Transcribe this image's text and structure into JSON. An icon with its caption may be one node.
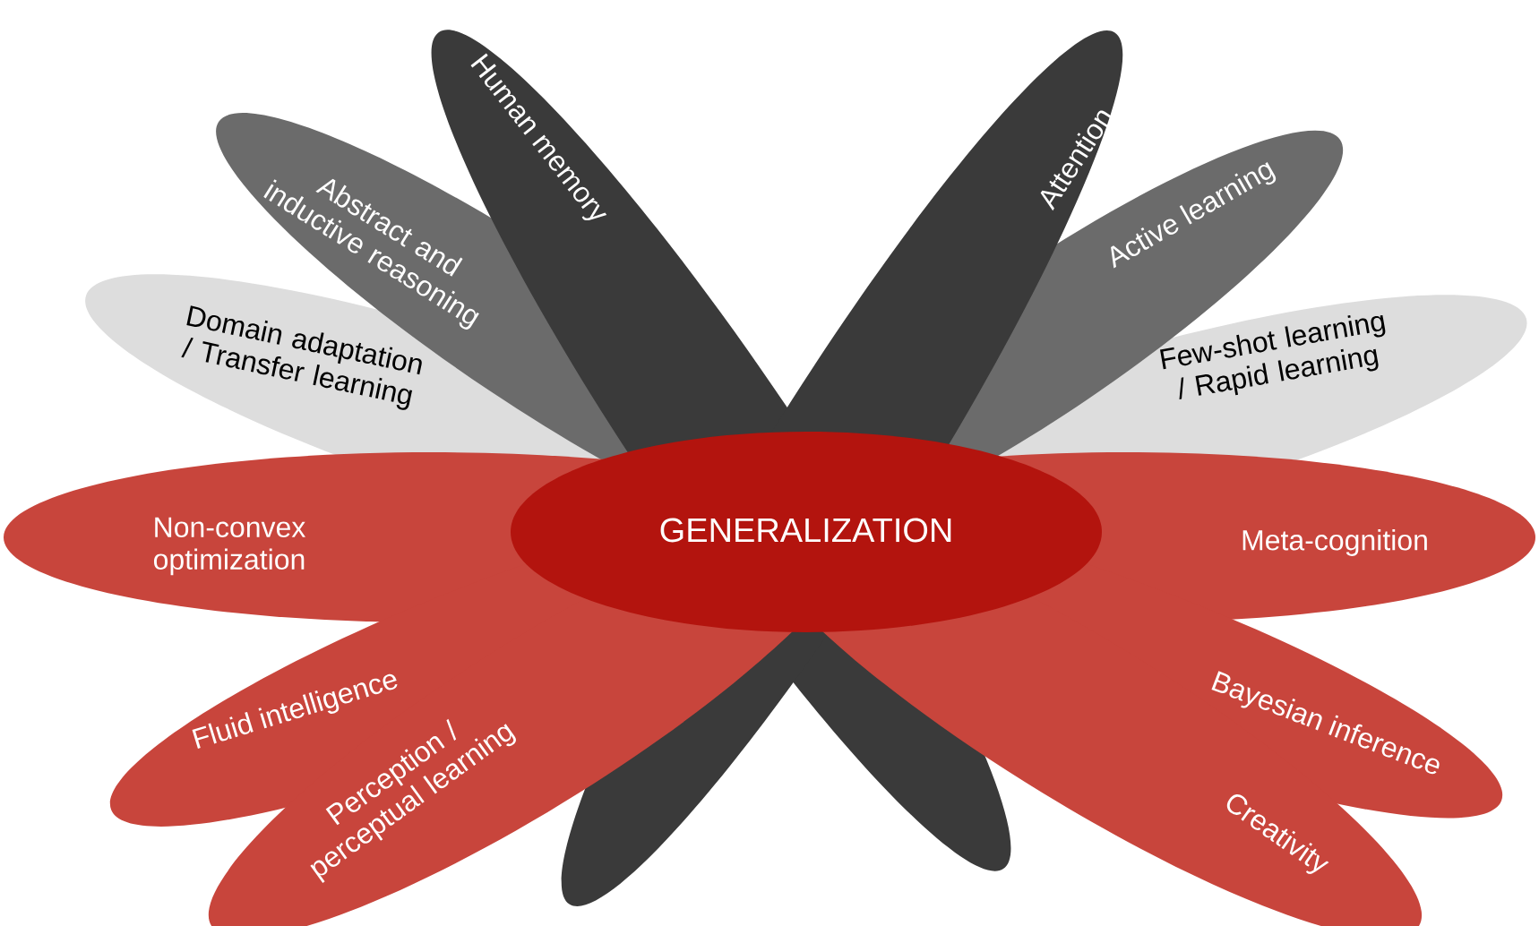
{
  "diagram": {
    "nodes": [
      {
        "text": [
          "Human memory"
        ]
      },
      {
        "text": [
          "Attention"
        ]
      },
      {
        "text": [
          "Abstract and inductive reasoning"
        ]
      },
      {
        "text": [
          "Active learning"
        ]
      },
      {
        "text": [
          "Domain adaptation / Transfer learning"
        ]
      },
      {
        "text": [
          "Few-shot learning / Rapid learning"
        ]
      },
      {
        "text": [
          "GENERALIZATION"
        ]
      },
      {
        "text": [
          "Non-convex optimization"
        ]
      },
      {
        "text": [
          "Meta-cognition"
        ]
      },
      {
        "text": [
          "Fluid intelligence"
        ]
      },
      {
        "text": [
          "Bayesian inference"
        ]
      },
      {
        "text": [
          "Perception / perceptual learning"
        ]
      },
      {
        "text": [
          "Creativity"
        ]
      }
    ]
  }
}
